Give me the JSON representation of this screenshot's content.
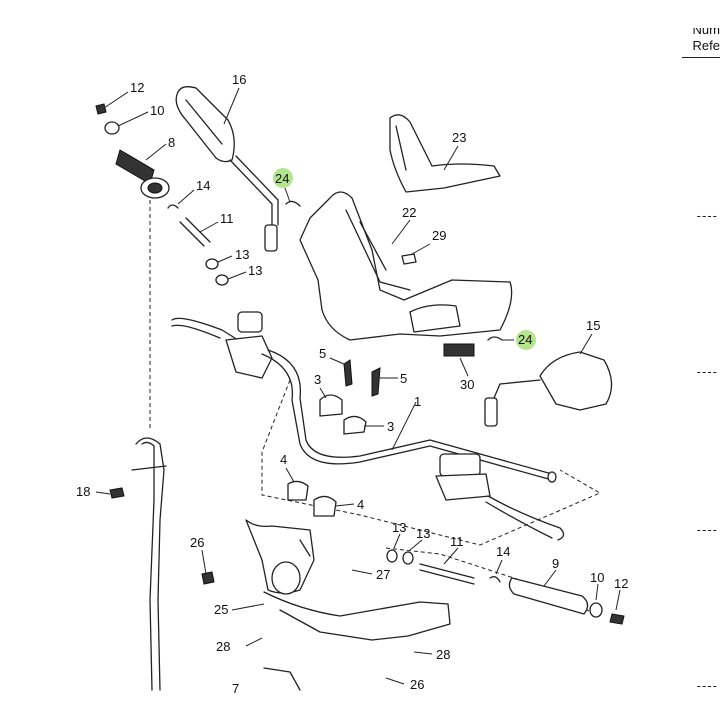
{
  "side_panel": {
    "header_cut": "Num",
    "header": "Refe",
    "row_markers": [
      "----",
      "----",
      "----",
      "----"
    ]
  },
  "highlight_color": "#a6e07a",
  "callouts": {
    "c1": "1",
    "c3a": "3",
    "c3b": "3",
    "c4a": "4",
    "c4b": "4",
    "c5a": "5",
    "c5b": "5",
    "c7": "7",
    "c8": "8",
    "c9": "9",
    "c10a": "10",
    "c10b": "10",
    "c11a": "11",
    "c11b": "11",
    "c12a": "12",
    "c12b": "12",
    "c13a": "13",
    "c13b": "13",
    "c13c": "13",
    "c13d": "13",
    "c14a": "14",
    "c14b": "14",
    "c15": "15",
    "c16": "16",
    "c18": "18",
    "c22": "22",
    "c23": "23",
    "c24a": "24",
    "c24b": "24",
    "c25": "25",
    "c26a": "26",
    "c26b": "26",
    "c27": "27",
    "c28a": "28",
    "c28b": "28",
    "c29": "29",
    "c30": "30"
  }
}
